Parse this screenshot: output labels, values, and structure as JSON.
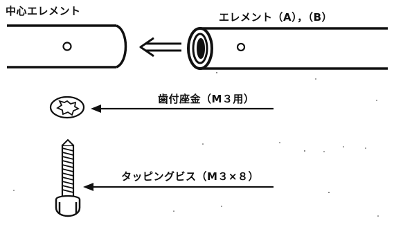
{
  "labels": {
    "center_element": "中心エレメント",
    "element_ab": "エレメント（A），（B）",
    "toothed_washer": "歯付座金（M３用）",
    "tapping_screw": "タッピングビス（M３×８）"
  },
  "colors": {
    "ink": "#111111",
    "background": "#ffffff"
  },
  "icons": {
    "insert_arrow": "double-left-arrow",
    "washer": "toothed-lock-washer",
    "screw": "tapping-screw"
  }
}
